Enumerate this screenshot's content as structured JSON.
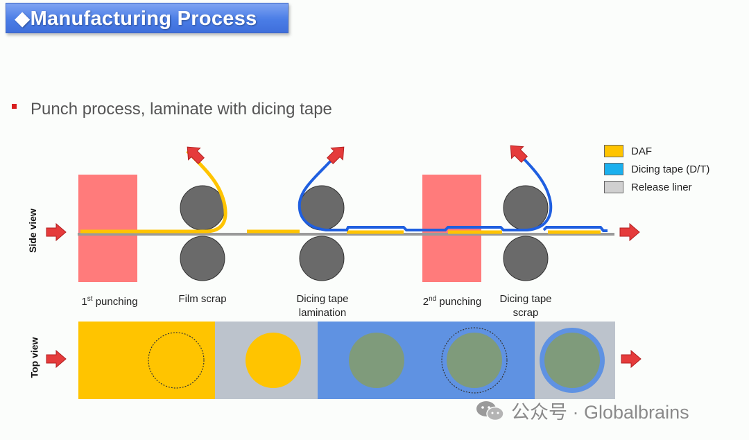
{
  "header": {
    "title": "◆Manufacturing Process"
  },
  "subtitle": "Punch process, laminate with dicing tape",
  "views": {
    "side": "Side view",
    "top": "Top view"
  },
  "stages": [
    {
      "main": "1",
      "sup": "st",
      "rest": " punching"
    },
    {
      "main": "Film scrap"
    },
    {
      "main": "Dicing tape",
      "line2": "lamination"
    },
    {
      "main": "2",
      "sup": "nd",
      "rest": " punching"
    },
    {
      "main": "Dicing tape",
      "line2": "scrap"
    }
  ],
  "legend": [
    {
      "label": "DAF",
      "color": "#ffc400"
    },
    {
      "label": "Dicing tape (D/T)",
      "color": "#1ab0ee"
    },
    {
      "label": "Release liner",
      "color": "#d0d0d0"
    }
  ],
  "colors": {
    "daf": "#ffc400",
    "dicing_tape_line": "#1f5fe0",
    "dicing_tape_area": "#5f92e2",
    "release_liner": "#bcc3cc",
    "punch": "#ff7b7b",
    "roller": "#6a6a6a",
    "arrow": "#e53b3b",
    "die": "#7f9b7b"
  },
  "watermark": {
    "icon": "wechat-icon",
    "text": "公众号 · Globalbrains"
  }
}
